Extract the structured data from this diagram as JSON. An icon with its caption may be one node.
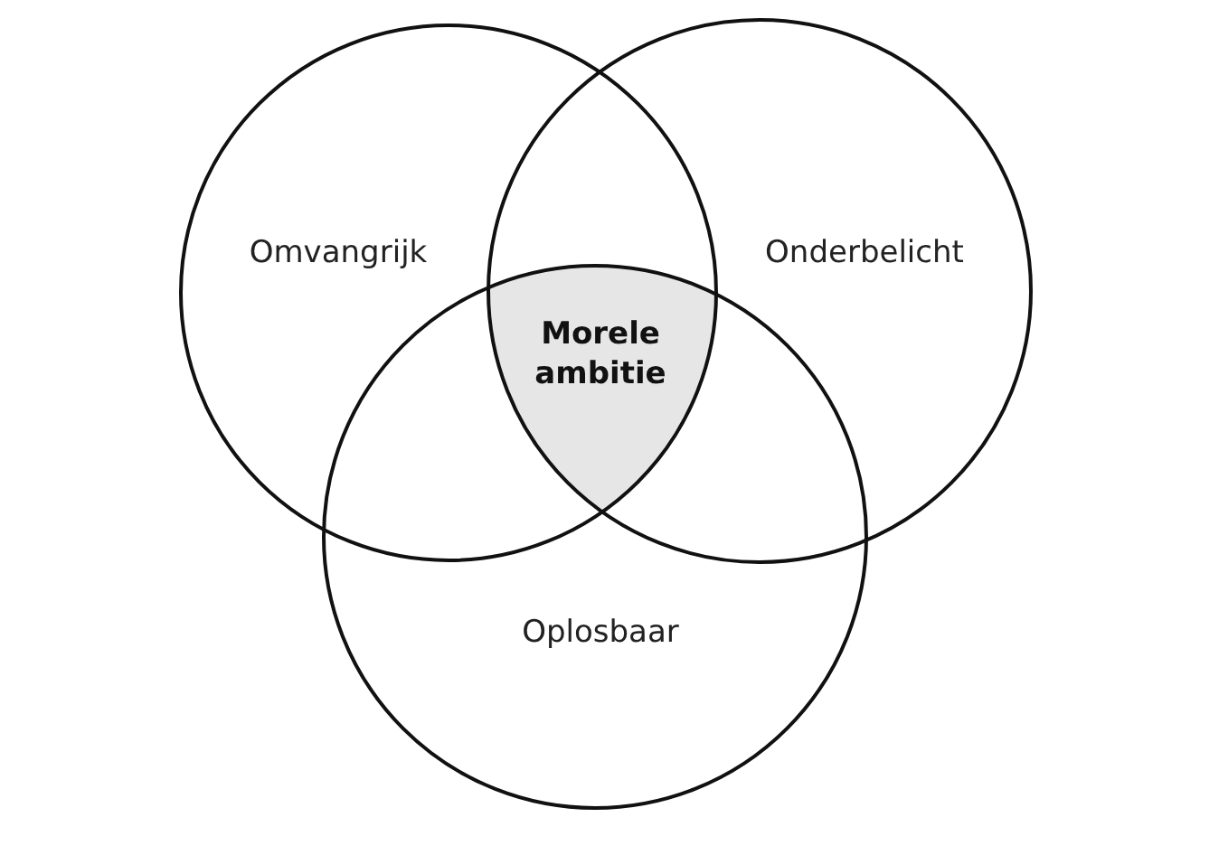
{
  "diagram": {
    "nodes": [
      {
        "text": [
          "Omvangrijk"
        ]
      },
      {
        "text": [
          "Onderbelicht"
        ]
      },
      {
        "text": [
          "Morele ambitie"
        ]
      },
      {
        "text": [
          "Oplosbaar"
        ]
      }
    ]
  }
}
